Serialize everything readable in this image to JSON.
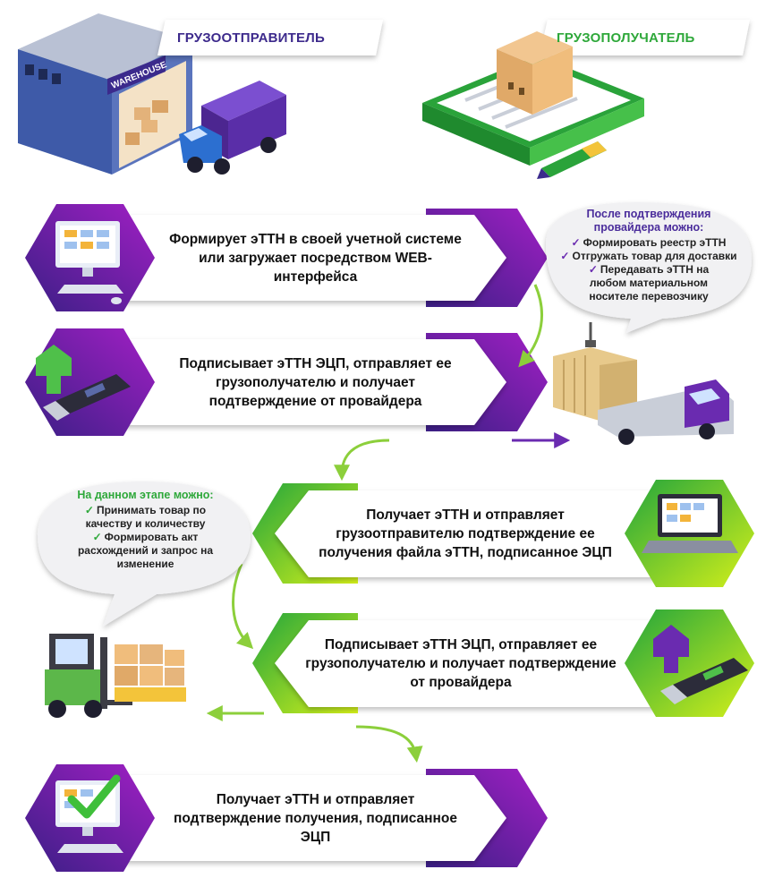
{
  "roles": {
    "sender": "ГРУЗООТПРАВИТЕЛЬ",
    "receiver": "ГРУЗОПОЛУЧАТЕЛЬ",
    "warehouse_sign": "WAREHOUSE"
  },
  "steps": [
    {
      "text": "Формирует эТТН в своей учетной системе или загружает посредством WEB-интерфейса"
    },
    {
      "text": "Подписывает эТТН ЭЦП, отправляет ее грузополучателю и получает подтверждение от провайдера"
    },
    {
      "text": "Получает эТТН и отправляет грузоотправителю подтверждение ее получения файла эТТН, подписанное ЭЦП"
    },
    {
      "text": "Подписывает эТТН ЭЦП, отправляет ее грузополучателю и получает подтверждение от провайдера"
    },
    {
      "text": "Получает эТТН и отправляет подтверждение получения, подписанное ЭЦП"
    }
  ],
  "provider_note": {
    "heading": "После подтверждения провайдера можно:",
    "items": [
      "Формировать реестр эТТН",
      "Отгружать товар для доставки",
      "Передавать эТТН на любом материальном носителе перевозчику"
    ]
  },
  "stage_note": {
    "heading": "На данном этапе можно:",
    "items": [
      "Принимать товар по качеству и количеству",
      "Формировать акт расхождений и запрос на изменение"
    ]
  },
  "colors": {
    "purple_dark": "#3b1f86",
    "purple_light": "#9a1fc0",
    "green_dark": "#2aa33a",
    "green_light": "#c7ec1a",
    "accent_green_arrow": "#8ccf3b",
    "accent_purple_arrow": "#6a2bb0"
  }
}
